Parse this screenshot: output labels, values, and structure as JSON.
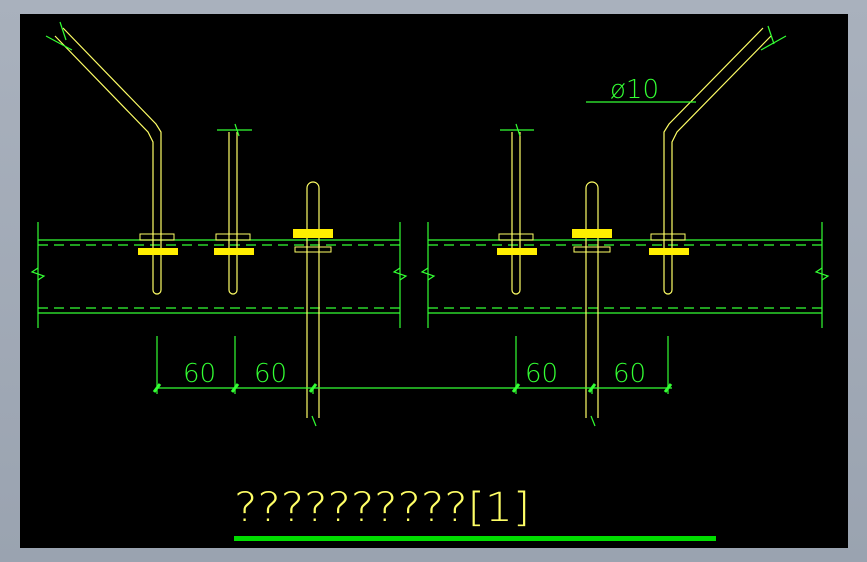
{
  "colors": {
    "background": "#000000",
    "frame": "#a4acb9",
    "rebar": "#ffff66",
    "dimension": "#33ff33",
    "plate": "#ffee00",
    "title_text": "#ffff66",
    "title_underline": "#00dd00"
  },
  "labels": {
    "diameter": "ø10",
    "dim_left_1": "60",
    "dim_left_2": "60",
    "dim_right_1": "60",
    "dim_right_2": "60",
    "title": "??????????[1]"
  }
}
